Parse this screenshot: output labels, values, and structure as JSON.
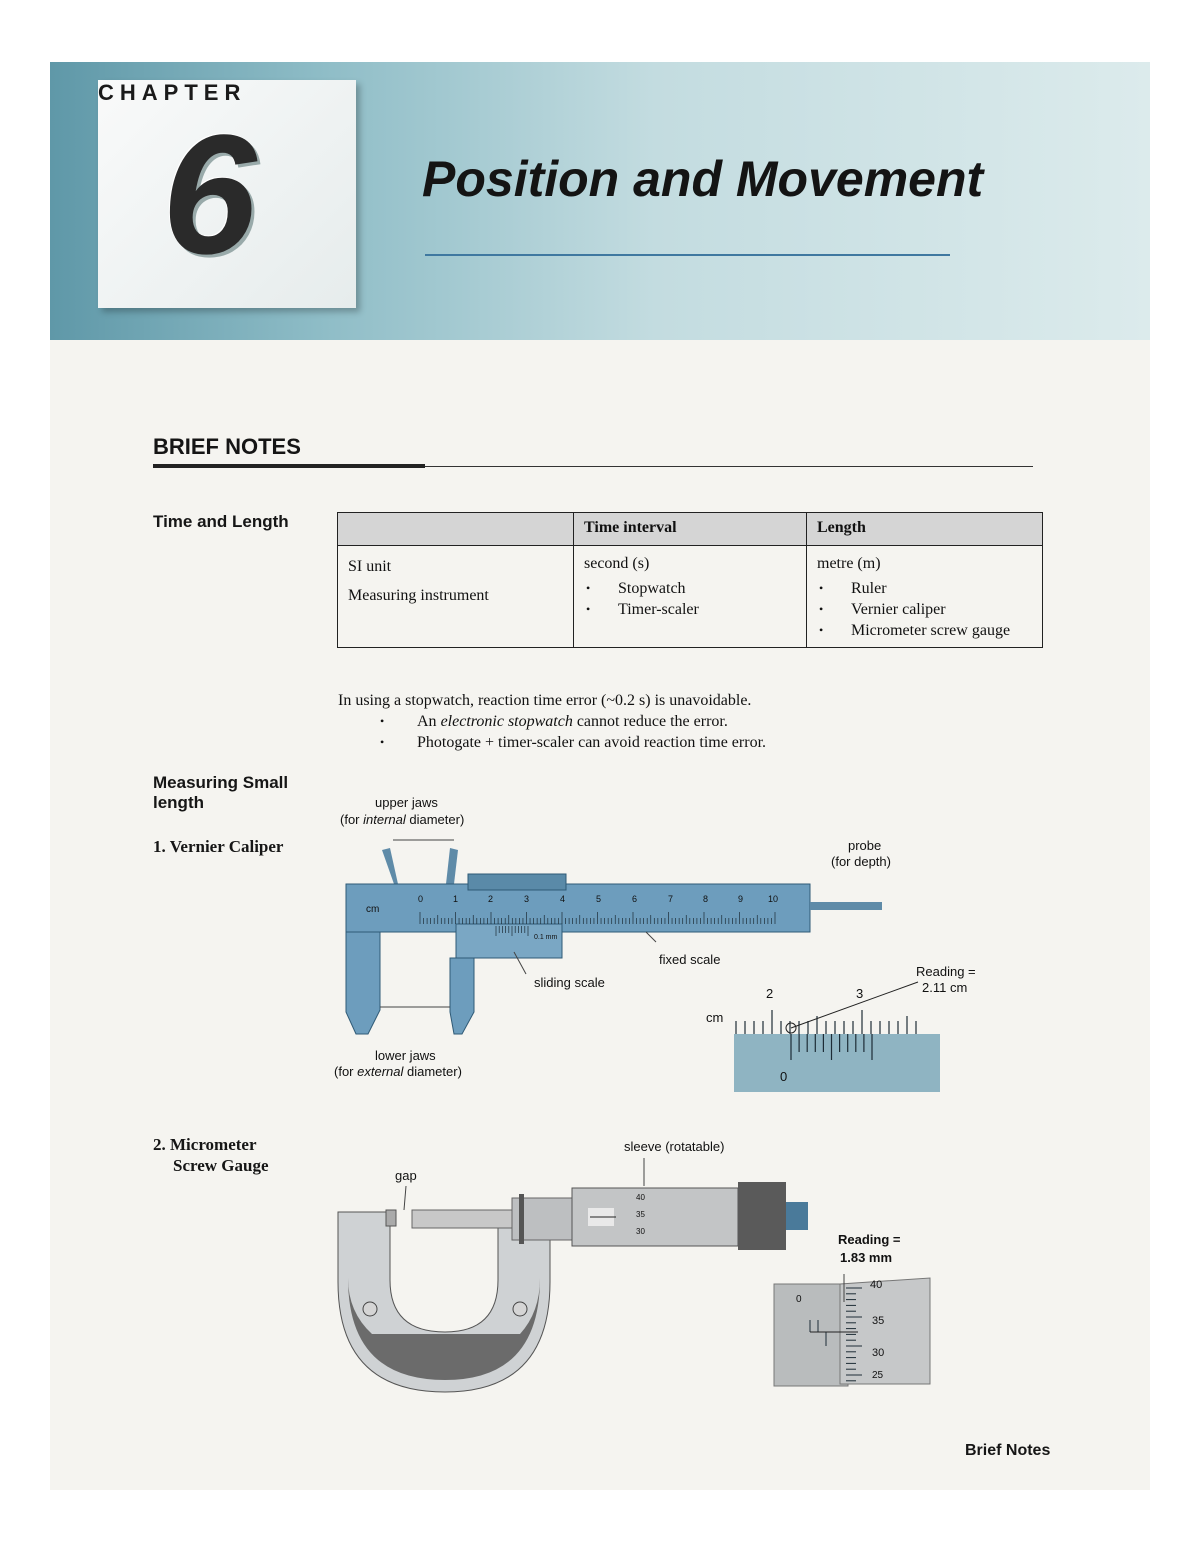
{
  "chapter": {
    "word": "CHAPTER",
    "number": "6",
    "title": "Position and Movement"
  },
  "section": {
    "title": "BRIEF NOTES"
  },
  "time_length": {
    "heading": "Time and Length",
    "table": {
      "headers": [
        "",
        "Time interval",
        "Length"
      ],
      "row_labels": [
        "SI unit",
        "Measuring instrument"
      ],
      "time": {
        "unit": "second (s)",
        "instruments": [
          "Stopwatch",
          "Timer-scaler"
        ]
      },
      "length": {
        "unit": "metre (m)",
        "instruments": [
          "Ruler",
          "Vernier caliper",
          "Micrometer screw gauge"
        ]
      }
    },
    "note": "In using a stopwatch, reaction time error (~0.2 s) is unavoidable.",
    "note_bullets": [
      {
        "pre": "An ",
        "em": "electronic stopwatch",
        "post": " cannot reduce the error."
      },
      {
        "pre": "Photogate + timer-scaler can avoid reaction time error.",
        "em": "",
        "post": ""
      }
    ]
  },
  "small_length": {
    "heading_line1": "Measuring Small",
    "heading_line2": "length",
    "vernier": {
      "heading": "1. Vernier Caliper",
      "upper_jaws": "upper jaws",
      "upper_jaws_sub_pre": "(for ",
      "upper_jaws_sub_em": "internal",
      "upper_jaws_sub_post": " diameter)",
      "probe": "probe",
      "probe_sub": "(for depth)",
      "fixed_scale": "fixed scale",
      "sliding_scale": "sliding scale",
      "lower_jaws": "lower jaws",
      "lower_jaws_sub_pre": "(for ",
      "lower_jaws_sub_em": "external",
      "lower_jaws_sub_post": " diameter)",
      "unit": "cm",
      "vernier_mark": "0.1 mm",
      "scale_numbers": [
        "0",
        "1",
        "2",
        "3",
        "4",
        "5",
        "6",
        "7",
        "8",
        "9",
        "10"
      ],
      "inset": {
        "reading_label": "Reading =",
        "reading_value": "2.11 cm",
        "unit": "cm",
        "main_numbers": [
          "2",
          "3"
        ],
        "vernier_zero": "0"
      }
    },
    "micrometer": {
      "heading_line1": "2. Micrometer",
      "heading_line2": "Screw Gauge",
      "gap": "gap",
      "sleeve": "sleeve (rotatable)",
      "sleeve_numbers": [
        "40",
        "35",
        "30"
      ],
      "inset": {
        "reading_label": "Reading =",
        "reading_value": "1.83 mm",
        "numbers": [
          "40",
          "35",
          "30",
          "25"
        ],
        "zero": "0"
      }
    }
  },
  "footer": "Brief Notes"
}
